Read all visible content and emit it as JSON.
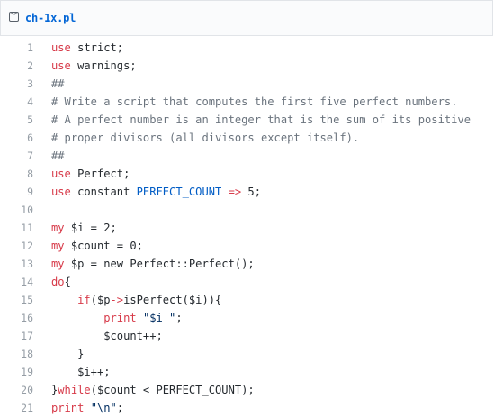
{
  "file": {
    "name": "ch-1x.pl",
    "icon": "code-file-icon"
  },
  "lines": [
    {
      "no": "1",
      "tokens": [
        [
          "k",
          "use"
        ],
        [
          "t",
          " strict;"
        ]
      ]
    },
    {
      "no": "2",
      "tokens": [
        [
          "k",
          "use"
        ],
        [
          "t",
          " warnings;"
        ]
      ]
    },
    {
      "no": "3",
      "tokens": [
        [
          "c",
          "##"
        ]
      ]
    },
    {
      "no": "4",
      "tokens": [
        [
          "c",
          "# Write a script that computes the first five perfect numbers."
        ]
      ]
    },
    {
      "no": "5",
      "tokens": [
        [
          "c",
          "# A perfect number is an integer that is the sum of its positive"
        ]
      ]
    },
    {
      "no": "6",
      "tokens": [
        [
          "c",
          "# proper divisors (all divisors except itself)."
        ]
      ]
    },
    {
      "no": "7",
      "tokens": [
        [
          "c",
          "##"
        ]
      ]
    },
    {
      "no": "8",
      "tokens": [
        [
          "k",
          "use"
        ],
        [
          "t",
          " Perfect;"
        ]
      ]
    },
    {
      "no": "9",
      "tokens": [
        [
          "k",
          "use"
        ],
        [
          "t",
          " constant "
        ],
        [
          "const",
          "PERFECT_COUNT"
        ],
        [
          "t",
          " "
        ],
        [
          "k",
          "=>"
        ],
        [
          "t",
          " 5;"
        ]
      ]
    },
    {
      "no": "10",
      "tokens": []
    },
    {
      "no": "11",
      "tokens": [
        [
          "k",
          "my"
        ],
        [
          "t",
          " $i = 2;"
        ]
      ]
    },
    {
      "no": "12",
      "tokens": [
        [
          "k",
          "my"
        ],
        [
          "t",
          " $count = 0;"
        ]
      ]
    },
    {
      "no": "13",
      "tokens": [
        [
          "k",
          "my"
        ],
        [
          "t",
          " $p = new Perfect::Perfect();"
        ]
      ]
    },
    {
      "no": "14",
      "tokens": [
        [
          "k",
          "do"
        ],
        [
          "t",
          "{"
        ]
      ]
    },
    {
      "no": "15",
      "tokens": [
        [
          "t",
          "    "
        ],
        [
          "k",
          "if"
        ],
        [
          "t",
          "($p"
        ],
        [
          "k",
          "->"
        ],
        [
          "t",
          "isPerfect($i)){"
        ]
      ]
    },
    {
      "no": "16",
      "tokens": [
        [
          "t",
          "        "
        ],
        [
          "k",
          "print"
        ],
        [
          "t",
          " "
        ],
        [
          "s",
          "\"$i \""
        ],
        [
          "t",
          ";"
        ]
      ]
    },
    {
      "no": "17",
      "tokens": [
        [
          "t",
          "        $count++;"
        ]
      ]
    },
    {
      "no": "18",
      "tokens": [
        [
          "t",
          "    }"
        ]
      ]
    },
    {
      "no": "19",
      "tokens": [
        [
          "t",
          "    $i++;"
        ]
      ]
    },
    {
      "no": "20",
      "tokens": [
        [
          "t",
          "}"
        ],
        [
          "k",
          "while"
        ],
        [
          "t",
          "($count < PERFECT_COUNT);"
        ]
      ]
    },
    {
      "no": "21",
      "tokens": [
        [
          "k",
          "print"
        ],
        [
          "t",
          " "
        ],
        [
          "s",
          "\"\\n\""
        ],
        [
          "t",
          ";"
        ]
      ]
    }
  ],
  "colors": {
    "keyword": "#d73a49",
    "comment": "#6a737d",
    "string": "#032f62",
    "constant": "#005cc5",
    "line_number": "#959da5",
    "file_link": "#0366d6"
  }
}
